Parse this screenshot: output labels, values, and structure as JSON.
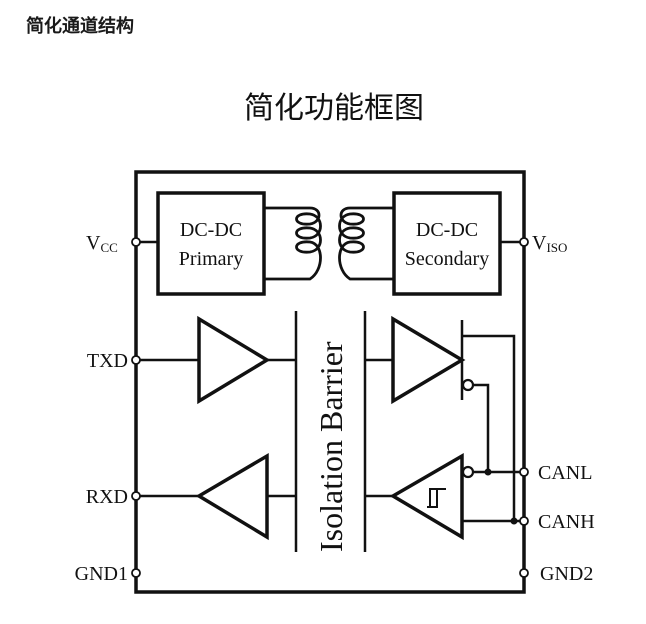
{
  "section_title": "简化通道结构",
  "diagram": {
    "title": "简化功能框图",
    "dcdc_primary": {
      "line1": "DC-DC",
      "line2": "Primary"
    },
    "dcdc_secondary": {
      "line1": "DC-DC",
      "line2": "Secondary"
    },
    "isolation_barrier": "Isolation Barrier",
    "pins_left": {
      "vcc": {
        "main": "V",
        "sub": "CC"
      },
      "txd": "TXD",
      "rxd": "RXD",
      "gnd1": "GND1"
    },
    "pins_right": {
      "viso": {
        "main": "V",
        "sub": "ISO"
      },
      "canl": "CANL",
      "canh": "CANH",
      "gnd2": "GND2"
    }
  }
}
